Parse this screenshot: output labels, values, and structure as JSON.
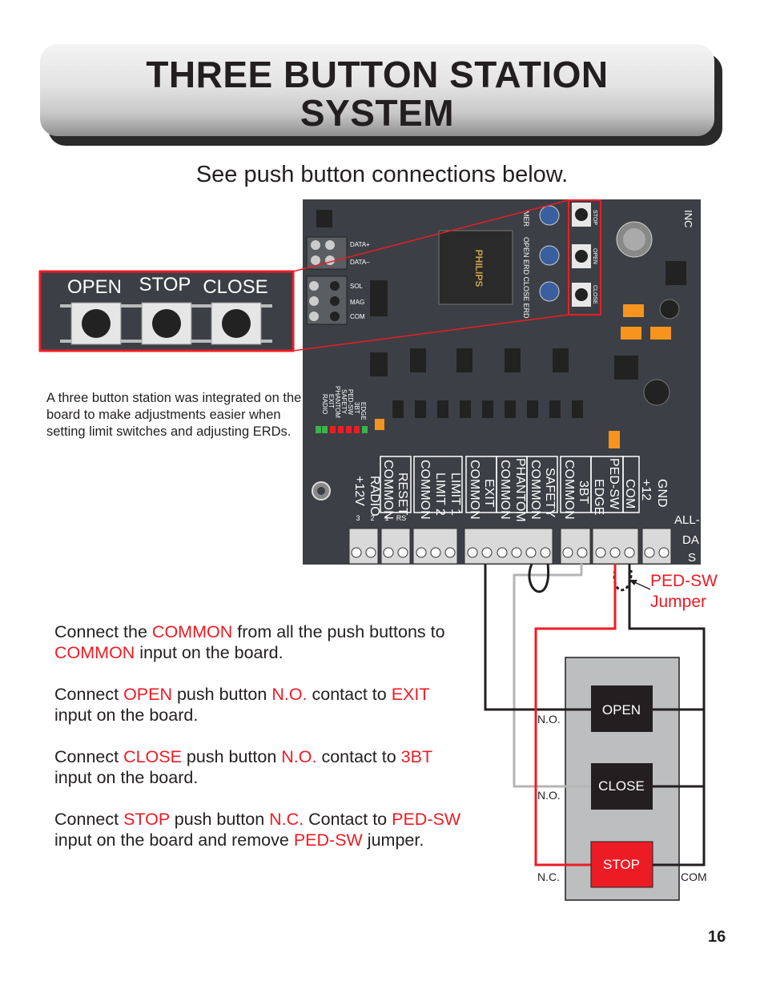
{
  "title": {
    "line1": "THREE BUTTON STATION",
    "line2": "SYSTEM"
  },
  "subtitle": "See push button connections below.",
  "caption": "A three button station was integrated on the board to make adjustments easier when setting limit switches and adjusting ERDs.",
  "inset_buttons": [
    "OPEN",
    "STOP",
    "CLOSE"
  ],
  "board": {
    "top_labels": [
      "DATA+",
      "DATA–",
      "SOL",
      "MAG",
      "COM"
    ],
    "chip_label": "PHILIPS",
    "vertical_side_labels": [
      "STOP",
      "OPEN",
      "CLOSE"
    ],
    "erd_label": "OPEN ERD CLOSE ERD",
    "timer_label": "MER",
    "inc_label": "INC",
    "led_labels": [
      "EDGE",
      "3BT",
      "PED-SW",
      "SAFETY",
      "PHANTOM",
      "EXIT",
      "RADIO"
    ],
    "terminal_labels": [
      "+12V",
      "RADIO",
      "COMMON",
      "RESET",
      "COMMON",
      "LIMIT 2",
      "LIMIT 1",
      "COMMON",
      "EXIT",
      "COMMON",
      "PHANTOM",
      "COMMON",
      "SAFETY",
      "COMMON",
      "3BT",
      "EDGE",
      "PED-SW",
      "COM",
      "+12",
      "GND"
    ],
    "dip_numbers": [
      "3",
      "2",
      "1",
      "RS"
    ],
    "all_das": [
      "ALL-",
      "DA",
      "S"
    ]
  },
  "pedsw_jumper": {
    "line1": "PED-SW",
    "line2": "Jumper"
  },
  "station": {
    "buttons": [
      "OPEN",
      "CLOSE",
      "STOP"
    ],
    "contacts": [
      "N.O.",
      "N.O.",
      "N.C.",
      "COM"
    ]
  },
  "instructions": {
    "p1": [
      "Connect the ",
      "COMMON",
      " from all the push buttons to ",
      "COMMON",
      " input on the board."
    ],
    "p2": [
      "Connect ",
      "OPEN",
      " push button ",
      "N.O.",
      " contact to ",
      "EXIT",
      " input on the board."
    ],
    "p3": [
      "Connect ",
      "CLOSE",
      " push button ",
      "N.O.",
      " contact to ",
      "3BT",
      " input on the board."
    ],
    "p4": [
      "Connect ",
      "STOP",
      " push button ",
      "N.C.",
      " Contact to ",
      "PED-SW",
      " input on the board and remove ",
      "PED-SW",
      " jumper."
    ]
  },
  "page_number": "16",
  "colors": {
    "accent_red": "#ed1c24",
    "board": "#3c3f45",
    "wire_gray": "#b5b5b5"
  }
}
